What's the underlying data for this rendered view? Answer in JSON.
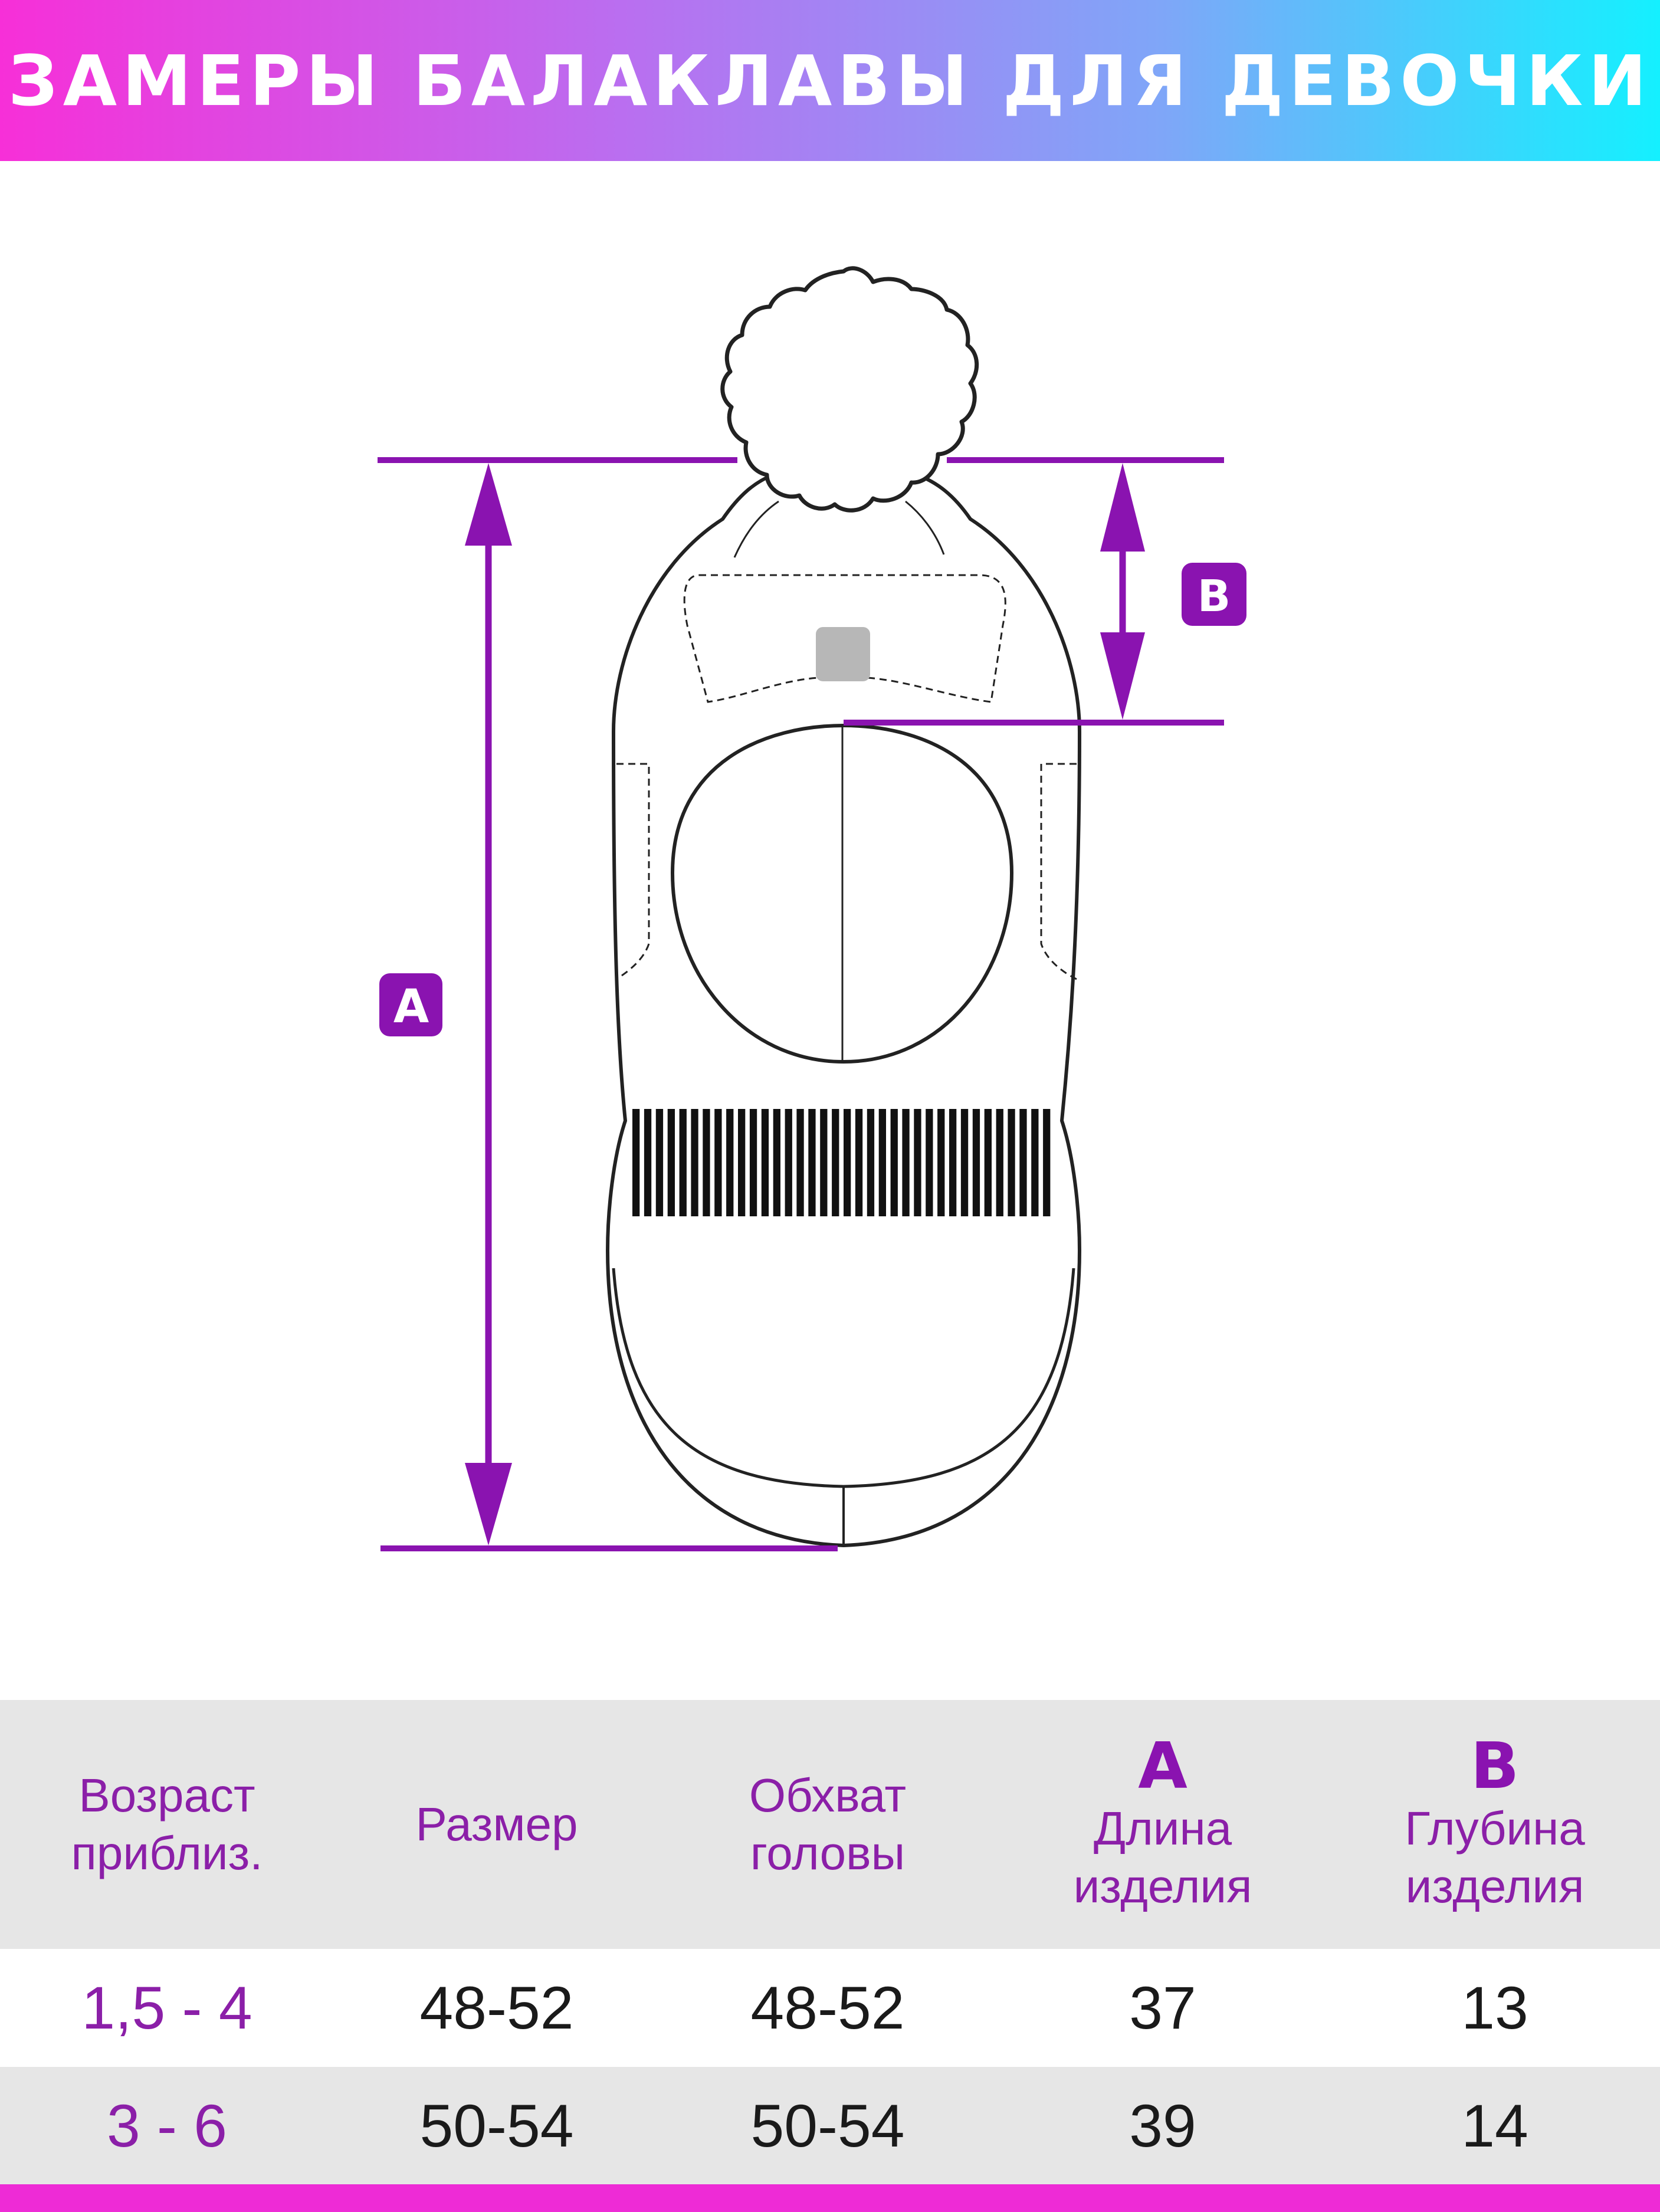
{
  "title": "ЗАМЕРЫ БАЛАКЛАВЫ ДЛЯ ДЕВОЧКИ",
  "colors": {
    "accent": "#8a13b0",
    "header_gradient": [
      "#f72fd8",
      "#14f0ff"
    ],
    "bar": "#ee2bd6"
  },
  "diagram": {
    "label_a": "A",
    "label_b": "B"
  },
  "table": {
    "headers": [
      {
        "letter": "",
        "label": "Возраст\nприблиз."
      },
      {
        "letter": "",
        "label": "Размер"
      },
      {
        "letter": "",
        "label": "Обхват\nголовы"
      },
      {
        "letter": "A",
        "label": "Длина\nизделия"
      },
      {
        "letter": "B",
        "label": "Глубина\nизделия"
      }
    ],
    "rows": [
      [
        "1,5 - 4",
        "48-52",
        "48-52",
        "37",
        "13"
      ],
      [
        "3 - 6",
        "50-54",
        "50-54",
        "39",
        "14"
      ]
    ]
  }
}
